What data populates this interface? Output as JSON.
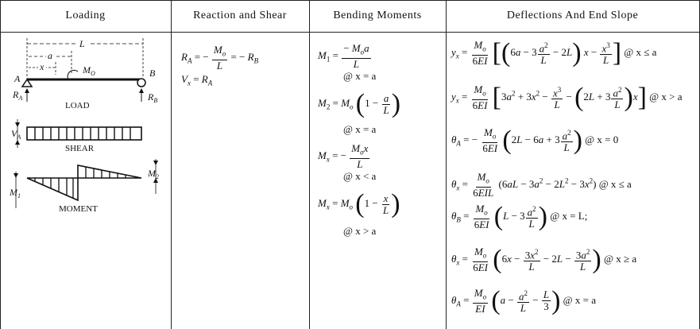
{
  "headers": {
    "loading": "Loading",
    "reaction": "Reaction and Shear",
    "bending": "Bending Moments",
    "deflection": "Deflections And End Slope"
  },
  "diagram": {
    "L": "L",
    "a": "a",
    "x": "x",
    "Mo": "M",
    "Mo_sub": "O",
    "A": "A",
    "B": "B",
    "RA": "R",
    "RA_sub": "A",
    "RB": "R",
    "RB_sub": "B",
    "load_label": "LOAD",
    "VA": "V",
    "VA_sub": "A",
    "shear_label": "SHEAR",
    "M1": "M",
    "M1_sub": "1",
    "M2": "M",
    "M2_sub": "2",
    "moment_label": "MOMENT"
  },
  "reactions": {
    "line1": "R_A = − M_o / L = − R_B",
    "line2": "V_x = R_A"
  },
  "moments": {
    "m1_cond": "@ x = a",
    "m2_cond": "@ x = a",
    "mx1_cond": "@ x < a",
    "mx2_cond": "@ x > a"
  },
  "deflections": {
    "y1_cond": "@ x ≤ a",
    "y2_cond": "@ x > a",
    "thA_cond": "@ x = 0",
    "thx1_cond": "@ x ≤ a",
    "thB_cond": "@ x = L;",
    "thx2_cond": "@ x ≥ a",
    "thA2_cond": "@ x = a"
  }
}
